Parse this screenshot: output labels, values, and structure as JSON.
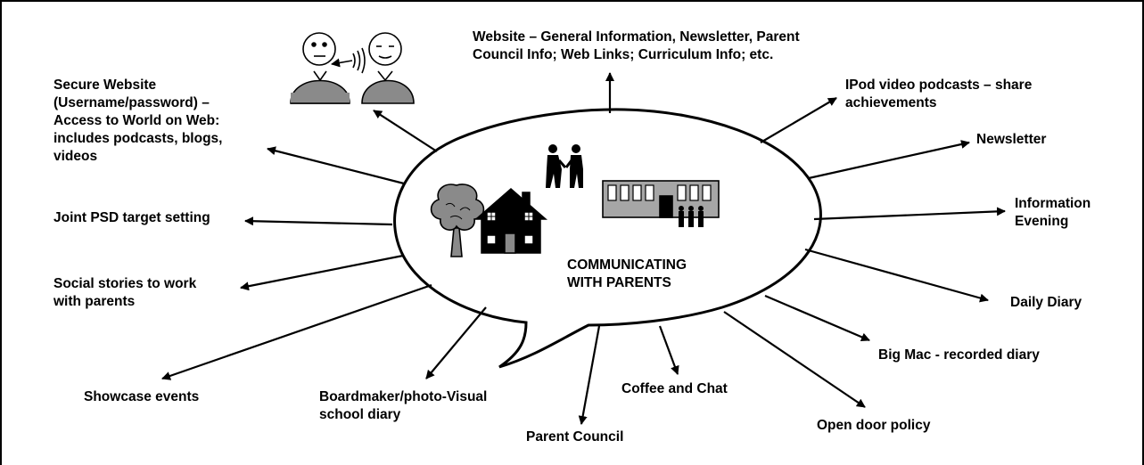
{
  "center": {
    "title": "COMMUNICATING\nWITH PARENTS"
  },
  "labels": {
    "website": "Website – General Information, Newsletter, Parent\nCouncil Info; Web Links; Curriculum Info; etc.",
    "secure_website": "Secure Website\n(Username/password) –\nAccess to World on Web:\nincludes podcasts, blogs,\nvideos",
    "ipod": "IPod video podcasts – share\nachievements",
    "newsletter": "Newsletter",
    "information_evening": "Information\nEvening",
    "joint_psd": "Joint PSD target setting",
    "social_stories": "Social stories to work\nwith parents",
    "daily_diary": "Daily Diary",
    "big_mac": "Big Mac - recorded diary",
    "showcase": "Showcase events",
    "boardmaker": "Boardmaker/photo-Visual\nschool diary",
    "coffee": "Coffee and Chat",
    "parent_council": "Parent Council",
    "open_door": "Open door policy"
  },
  "icons": [
    "two-people-talking-icon",
    "people-meeting-icon",
    "tree-icon",
    "house-icon",
    "school-building-icon"
  ]
}
